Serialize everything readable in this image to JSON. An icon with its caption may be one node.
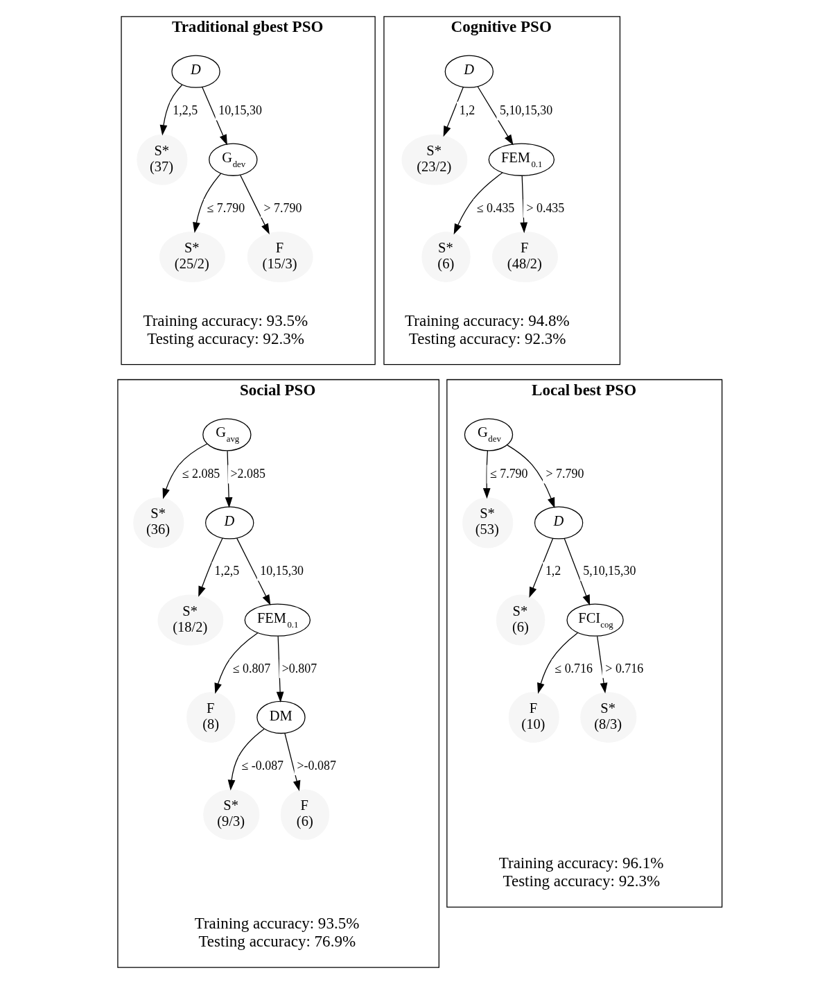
{
  "diagram": {
    "nodes": [
      {
        "text": [
          "Traditional gbest PSO",
          "Training accuracy: 93.5%",
          "Testing accuracy: 92.3%"
        ]
      },
      {
        "text": [
          "D"
        ],
        "in": 0
      },
      {
        "text": [
          "S*",
          "(37)"
        ],
        "in": 0
      },
      {
        "text": [
          "G$_{dev}$"
        ],
        "in": 0
      },
      {
        "text": [
          "S*",
          "(25/2)"
        ],
        "in": 0
      },
      {
        "text": [
          "F",
          "(15/3)"
        ],
        "in": 0
      },
      {
        "text": [
          "Cognitive PSO",
          "Training accuracy: 94.8%",
          "Testing accuracy: 92.3%"
        ]
      },
      {
        "text": [
          "D"
        ],
        "in": 6
      },
      {
        "text": [
          "S*",
          "(23/2)"
        ],
        "in": 6
      },
      {
        "text": [
          "FEM$_{0.1}$"
        ],
        "in": 6
      },
      {
        "text": [
          "S*",
          "(6)"
        ],
        "in": 6
      },
      {
        "text": [
          "F",
          "(48/2)"
        ],
        "in": 6
      },
      {
        "text": [
          "Social PSO",
          "Training accuracy: 93.5%",
          "Testing accuracy: 76.9%"
        ]
      },
      {
        "text": [
          "G$_{avg}$"
        ],
        "in": 12
      },
      {
        "text": [
          "S*",
          "(36)"
        ],
        "in": 12
      },
      {
        "text": [
          "D"
        ],
        "in": 12
      },
      {
        "text": [
          "S*",
          "(18/2)"
        ],
        "in": 12
      },
      {
        "text": [
          "FEM$_{0.1}$"
        ],
        "in": 12
      },
      {
        "text": [
          "F",
          "(8)"
        ],
        "in": 12
      },
      {
        "text": [
          "DM"
        ],
        "in": 12
      },
      {
        "text": [
          "S*",
          "(9/3)"
        ],
        "in": 12
      },
      {
        "text": [
          "F",
          "(6)"
        ],
        "in": 12
      },
      {
        "text": [
          "Local best PSO",
          "Training accuracy: 96.1%",
          "Testing accuracy: 92.3%"
        ]
      },
      {
        "text": [
          "G$_{dev}$"
        ],
        "in": 22
      },
      {
        "text": [
          "S*",
          "(53)"
        ],
        "in": 22
      },
      {
        "text": [
          "D"
        ],
        "in": 22
      },
      {
        "text": [
          "S*",
          "(6)"
        ],
        "in": 22
      },
      {
        "text": [
          "FCI$_{cog}$"
        ],
        "in": 22
      },
      {
        "text": [
          "F",
          "(10)"
        ],
        "in": 22
      },
      {
        "text": [
          "S*",
          "(8/3)"
        ],
        "in": 22
      }
    ],
    "edges": [
      {
        "from": 1,
        "to": 2,
        "arrow": "to",
        "label": "1,2,5"
      },
      {
        "from": 1,
        "to": 3,
        "arrow": "to",
        "label": "10,15,30"
      },
      {
        "from": 3,
        "to": 4,
        "arrow": "to",
        "label": "≤ 7.790"
      },
      {
        "from": 3,
        "to": 5,
        "arrow": "to",
        "label": "> 7.790"
      },
      {
        "from": 7,
        "to": 8,
        "arrow": "to",
        "label": "1,2"
      },
      {
        "from": 7,
        "to": 9,
        "arrow": "to",
        "label": "5,10,15,30"
      },
      {
        "from": 9,
        "to": 10,
        "arrow": "to",
        "label": "≤ 0.435"
      },
      {
        "from": 9,
        "to": 11,
        "arrow": "to",
        "label": "> 0.435"
      },
      {
        "from": 13,
        "to": 14,
        "arrow": "to",
        "label": "≤ 2.085"
      },
      {
        "from": 13,
        "to": 15,
        "arrow": "to",
        "label": ">2.085"
      },
      {
        "from": 15,
        "to": 16,
        "arrow": "to",
        "label": "1,2,5"
      },
      {
        "from": 15,
        "to": 17,
        "arrow": "to",
        "label": "10,15,30"
      },
      {
        "from": 17,
        "to": 18,
        "arrow": "to",
        "label": "≤ 0.807"
      },
      {
        "from": 17,
        "to": 19,
        "arrow": "to",
        "label": ">0.807"
      },
      {
        "from": 19,
        "to": 20,
        "arrow": "to",
        "label": "≤ -0.087"
      },
      {
        "from": 19,
        "to": 21,
        "arrow": "to",
        "label": ">-0.087"
      },
      {
        "from": 23,
        "to": 24,
        "arrow": "to",
        "label": "≤ 7.790"
      },
      {
        "from": 23,
        "to": 25,
        "arrow": "to",
        "label": "> 7.790"
      },
      {
        "from": 25,
        "to": 26,
        "arrow": "to",
        "label": "1,2"
      },
      {
        "from": 25,
        "to": 27,
        "arrow": "to",
        "label": "5,10,15,30"
      },
      {
        "from": 27,
        "to": 28,
        "arrow": "to",
        "label": "≤ 0.716"
      },
      {
        "from": 27,
        "to": 29,
        "arrow": "to",
        "label": "> 0.716"
      }
    ]
  }
}
